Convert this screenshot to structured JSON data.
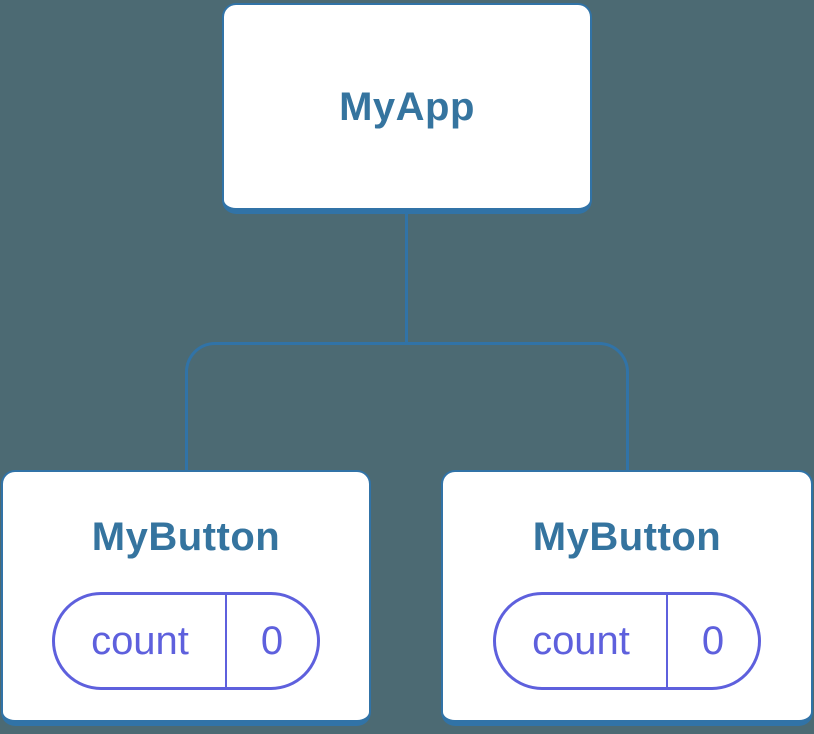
{
  "diagram": {
    "type": "component-tree",
    "colors": {
      "background": "#4C6A73",
      "node_fill": "#FFFFFF",
      "node_border": "#3173A7",
      "connector": "#3173A7",
      "title_text": "#35749F",
      "state_accent": "#5E60DD"
    },
    "root": {
      "label": "MyApp"
    },
    "children": [
      {
        "label": "MyButton",
        "state": {
          "key": "count",
          "value": "0"
        }
      },
      {
        "label": "MyButton",
        "state": {
          "key": "count",
          "value": "0"
        }
      }
    ]
  }
}
